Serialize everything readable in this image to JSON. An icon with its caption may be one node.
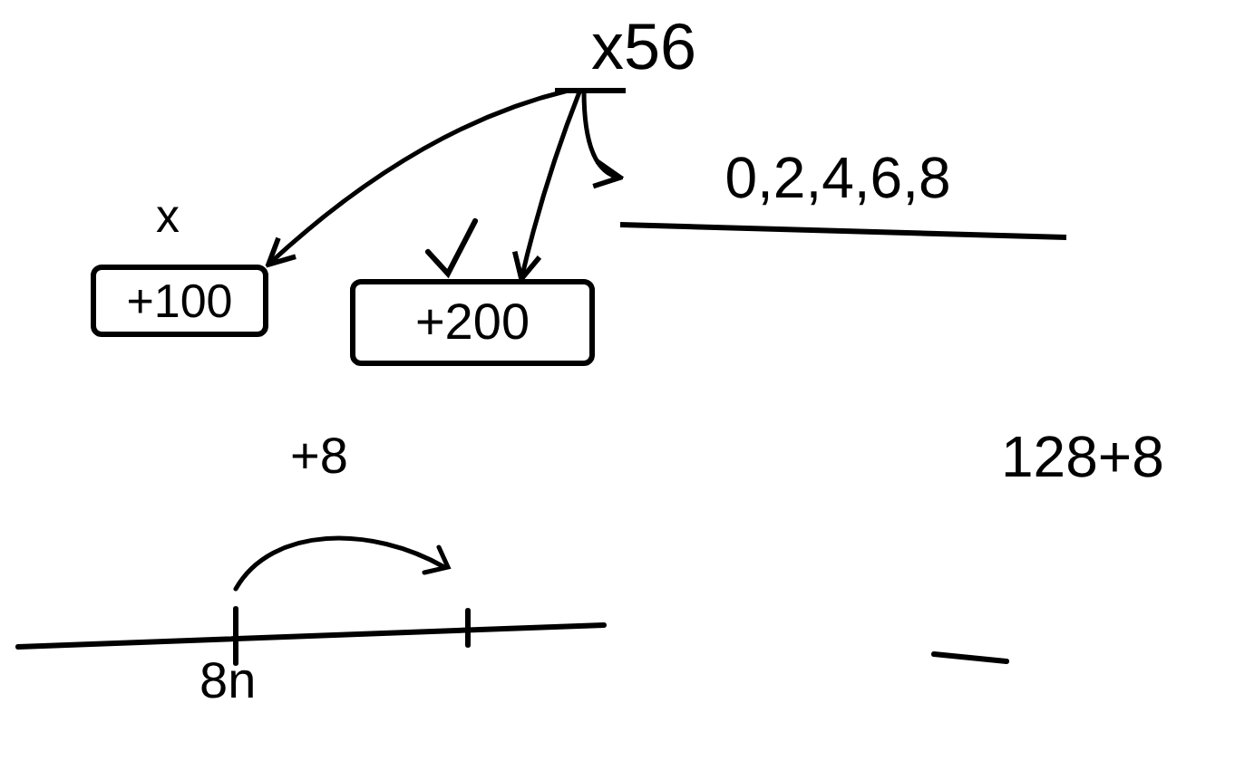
{
  "diagram": {
    "nodes": [
      {
        "text": [
          "x56"
        ]
      },
      {
        "text": [
          "+100"
        ]
      },
      {
        "text": [
          "+200"
        ]
      },
      {
        "text": [
          "0,2,4,6,8"
        ]
      }
    ],
    "edges": [
      {
        "from": 0,
        "to": 1,
        "arrow": "to"
      },
      {
        "from": 0,
        "to": 2,
        "arrow": "to"
      },
      {
        "from": 0,
        "to": 3,
        "arrow": "to"
      }
    ],
    "labels": [
      "x",
      "+8",
      "8n",
      "128+8"
    ]
  }
}
